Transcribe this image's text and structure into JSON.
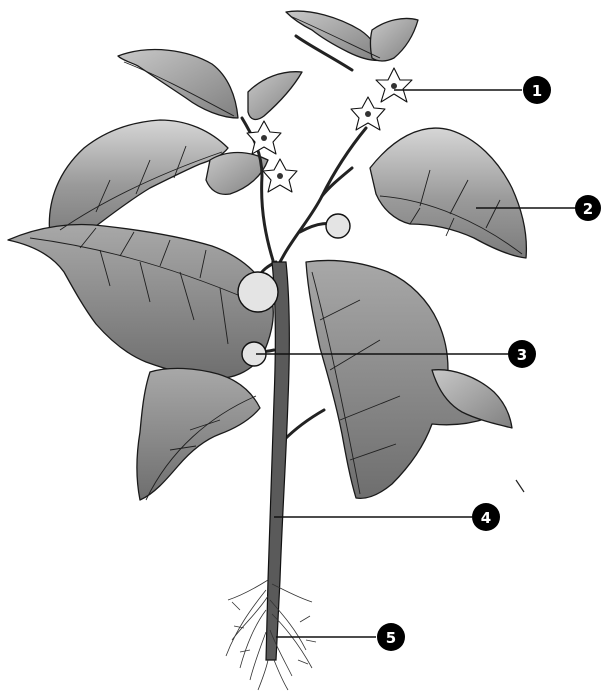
{
  "callouts": [
    {
      "id": "1",
      "label": "1",
      "part": "flower"
    },
    {
      "id": "2",
      "label": "2",
      "part": "leaf"
    },
    {
      "id": "3",
      "label": "3",
      "part": "fruit"
    },
    {
      "id": "4",
      "label": "4",
      "part": "stem"
    },
    {
      "id": "5",
      "label": "5",
      "part": "root"
    }
  ],
  "colors": {
    "marker_fill": "#000000",
    "marker_text": "#ffffff",
    "leaf_dark": "#8a8a8a",
    "leaf_light": "#cfcfcf",
    "outline": "#1a1a1a"
  }
}
